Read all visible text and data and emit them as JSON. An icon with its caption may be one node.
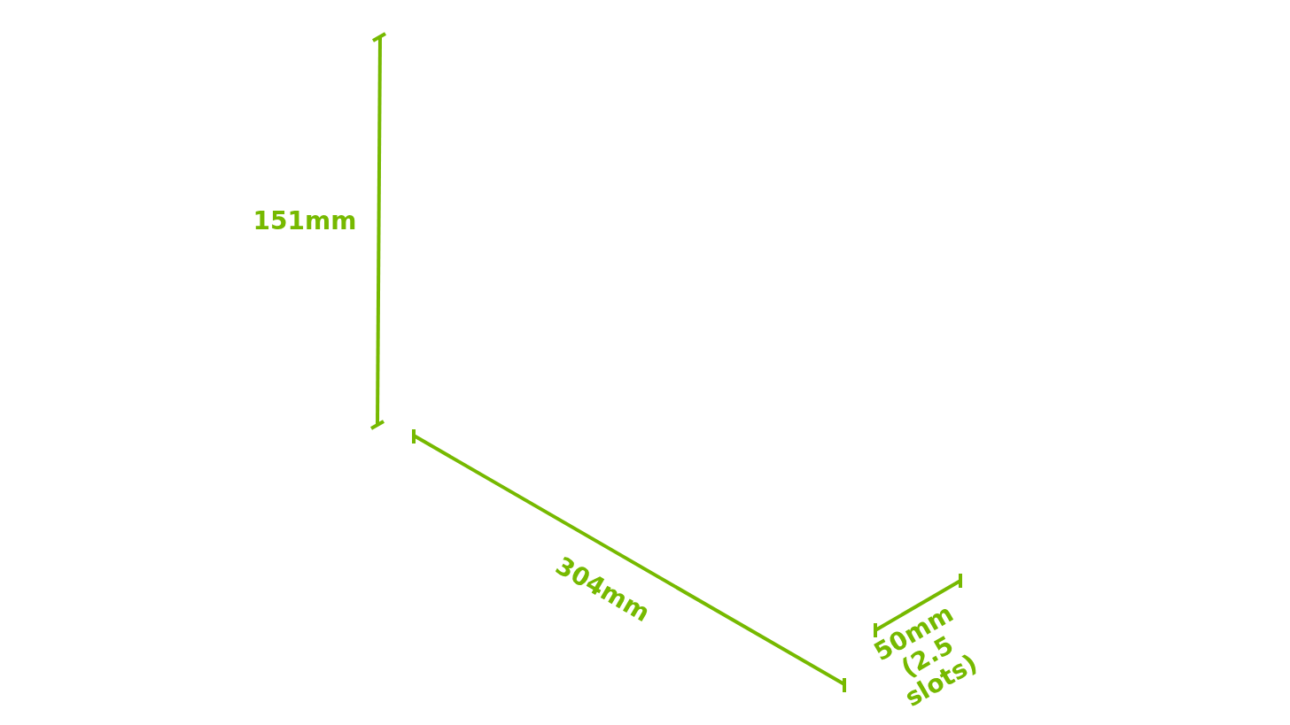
{
  "diagram": {
    "labels": [
      "151mm",
      "304mm",
      "50mm (2.5 slots)"
    ]
  }
}
